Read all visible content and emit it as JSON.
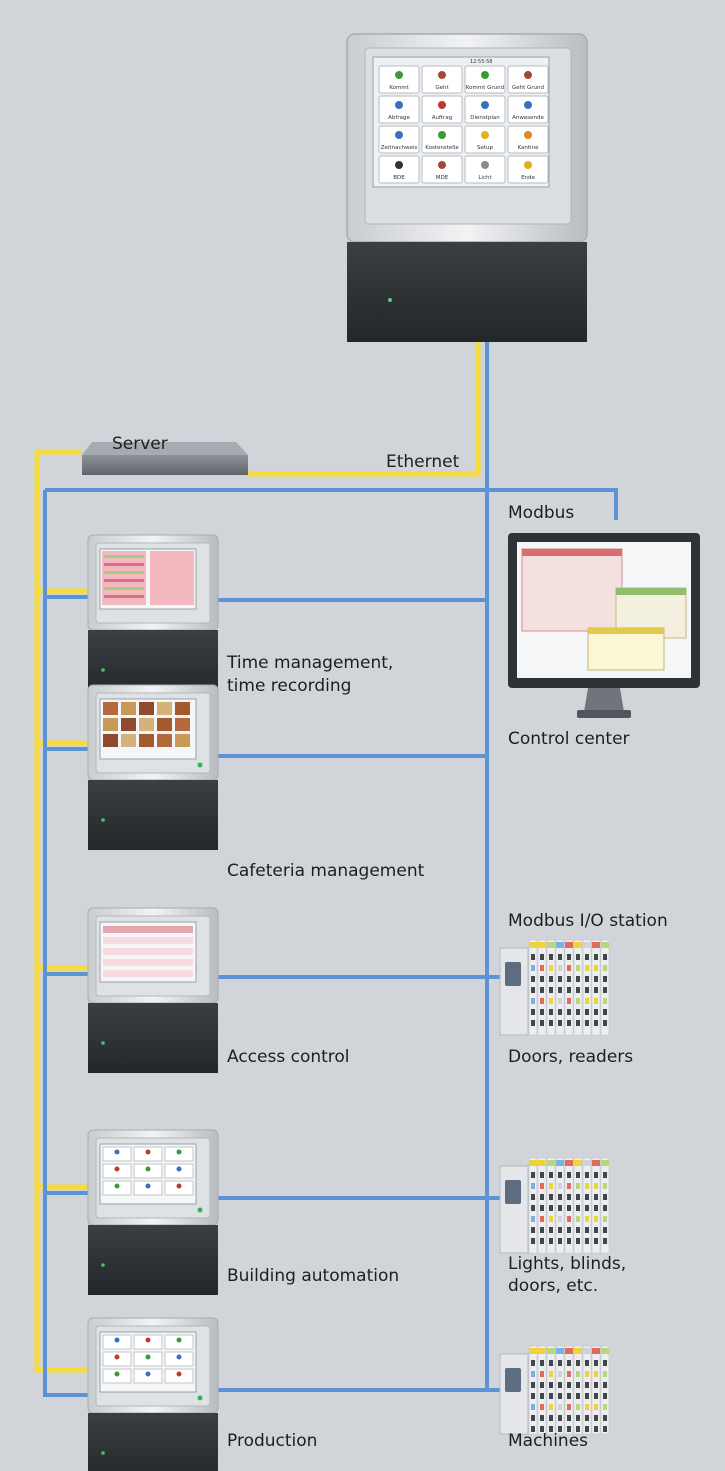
{
  "labels": {
    "server": "Server",
    "ethernet": "Ethernet",
    "modbus": "Modbus",
    "control_center": "Control center",
    "modbus_io_station": "Modbus I/O station",
    "doors_readers": "Doors, readers",
    "lights_1": "Lights, blinds,",
    "lights_2": "doors, etc.",
    "machines": "Machines"
  },
  "terminals": [
    {
      "label_line1": "Time management,",
      "label_line2": "time recording"
    },
    {
      "label_line1": "Cafeteria management",
      "label_line2": ""
    },
    {
      "label_line1": "Access control",
      "label_line2": ""
    },
    {
      "label_line1": "Building automation",
      "label_line2": ""
    },
    {
      "label_line1": "Production",
      "label_line2": ""
    }
  ],
  "main_terminal": {
    "screen_buttons": [
      "Kommt",
      "Geht",
      "Kommt Grund",
      "Geht Grund",
      "Abfrage",
      "Auftrag",
      "Dienstplan",
      "Anwesende",
      "Zeitnachweis",
      "Kostenstelle",
      "Setup",
      "Kantine",
      "BDE",
      "MDE",
      "Licht",
      "Ende"
    ],
    "clock": "12:55:58"
  },
  "colors": {
    "background": "#d1d5d9",
    "ethernet_line": "#f5dc3c",
    "modbus_line": "#5c93d3",
    "terminal_panel": "#2b3033",
    "terminal_frame": "#e7e8ea"
  }
}
